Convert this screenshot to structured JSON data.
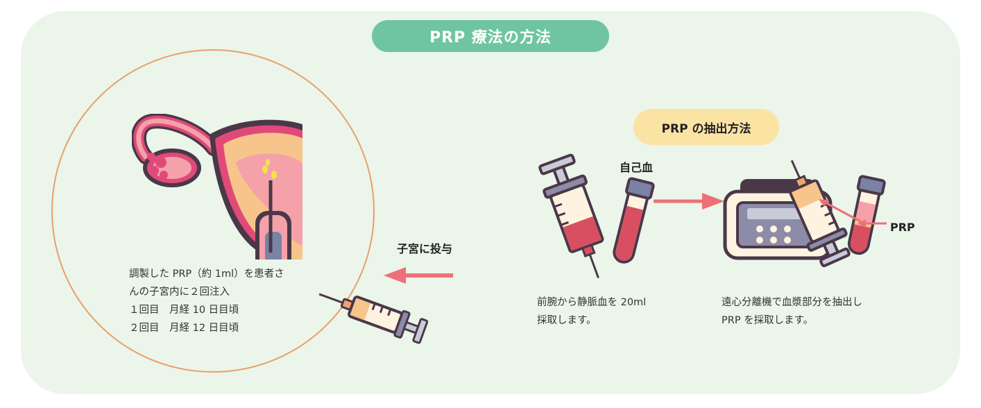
{
  "title": "PRP 療法の方法",
  "subtitle": "PRP の抽出方法",
  "labels": {
    "blood": "自己血",
    "prp": "PRP",
    "inject": "子宮に投与"
  },
  "left_text": [
    "調製した PRP（約 1ml）を患者さ",
    "んの子宮内に２回注入",
    "１回目　月経 10 日目頃",
    "２回目　月経 12 日目頃"
  ],
  "step1_text": [
    "前腕から静脈血を 20ml",
    "採取します。"
  ],
  "step2_text": [
    "遠心分離機で血漿部分を抽出し",
    "PRP を採取します。"
  ],
  "colors": {
    "panel": "#ebf5ea",
    "title_pill": "#6fc59f",
    "sub_pill": "#fbe3a4",
    "circle": "#e8a06a",
    "arrow": "#ef6f78",
    "outline": "#4a3848",
    "blood": "#d94f62",
    "uterus": "#f4a1aa",
    "uterus_dark": "#e04a79"
  }
}
